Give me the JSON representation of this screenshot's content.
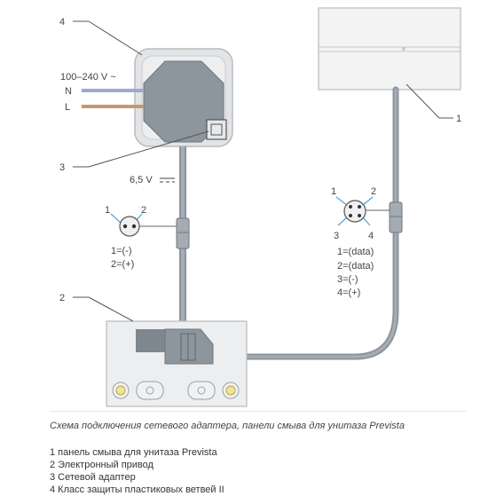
{
  "labels": {
    "callout_4": "4",
    "callout_1": "1",
    "callout_3": "3",
    "callout_2": "2",
    "mains_voltage": "100–240 V ~",
    "wire_n": "N",
    "wire_l": "L",
    "dc_voltage": "6,5 V"
  },
  "connector_left": {
    "pin1": "1",
    "pin2": "2",
    "pins": [
      "1=(-)",
      "2=(+)"
    ]
  },
  "connector_right": {
    "pin1": "1",
    "pin2": "2",
    "pin3": "3",
    "pin4": "4",
    "pins": [
      "1=(data)",
      "2=(data)",
      "3=(-)",
      "4=(+)"
    ]
  },
  "caption": "Схема подключения сетевого адаптера, панели смыва для унитаза Prevista",
  "legend": [
    "1 панель смыва для унитаза Prevista",
    "2 Электронный привод",
    "3 Сетевой адаптер",
    "4 Класс защиты пластиковых ветвей II"
  ],
  "colors": {
    "neutral_wire": "#9fa9cc",
    "live_wire": "#c49a6c",
    "cable": "#8c949c",
    "device_body": "#ebecee",
    "adapter": "#8d959d"
  }
}
